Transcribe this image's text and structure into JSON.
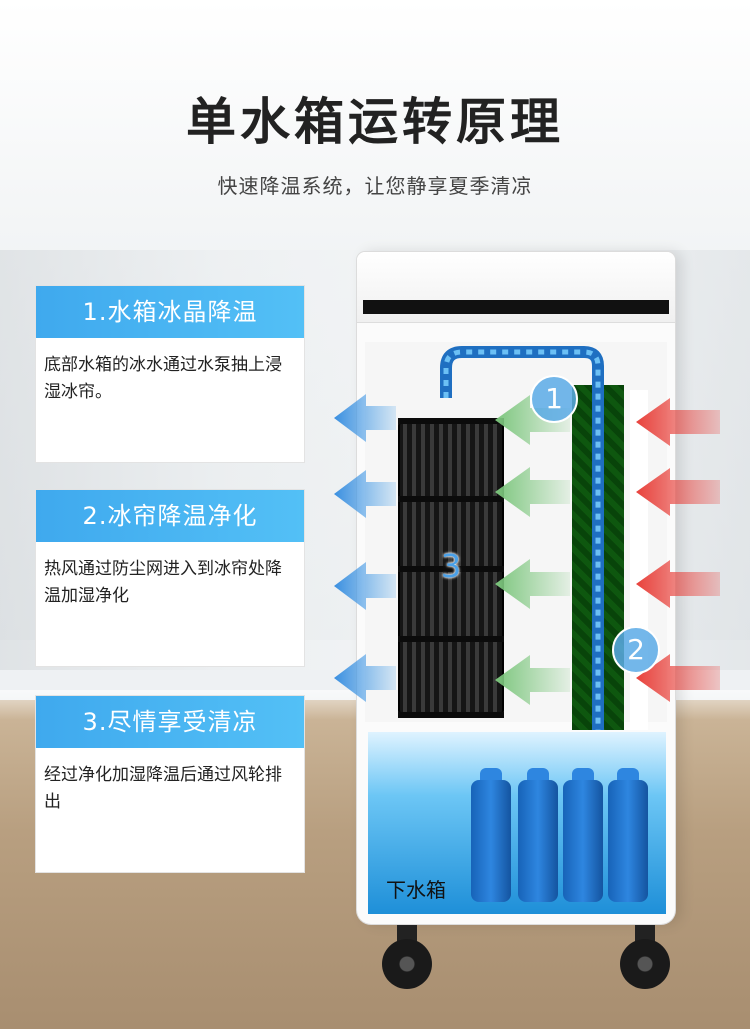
{
  "title": "单水箱运转原理",
  "subtitle": "快速降温系统，让您静享夏季清凉",
  "panels": [
    {
      "heading": "1.水箱冰晶降温",
      "body": "底部水箱的冰水通过水泵抽上浸湿冰帘。"
    },
    {
      "heading": "2.冰帘降温净化",
      "body": "热风通过防尘网进入到冰帘处降温加湿净化"
    },
    {
      "heading": "3.尽情享受清凉",
      "body": "经过净化加湿降温后通过风轮排出"
    }
  ],
  "markers": [
    "1",
    "2",
    "3"
  ],
  "tank_label": "下水箱",
  "colors": {
    "accent": "#3fa9ee",
    "hot_air": "#e8413b",
    "filtered_air": "#7cc67d",
    "cool_air": "#4aa0e8"
  },
  "icons": [
    "hot-air-arrow-icon",
    "filtered-air-arrow-icon",
    "cool-air-arrow-icon",
    "water-flow-arrow-icon"
  ]
}
